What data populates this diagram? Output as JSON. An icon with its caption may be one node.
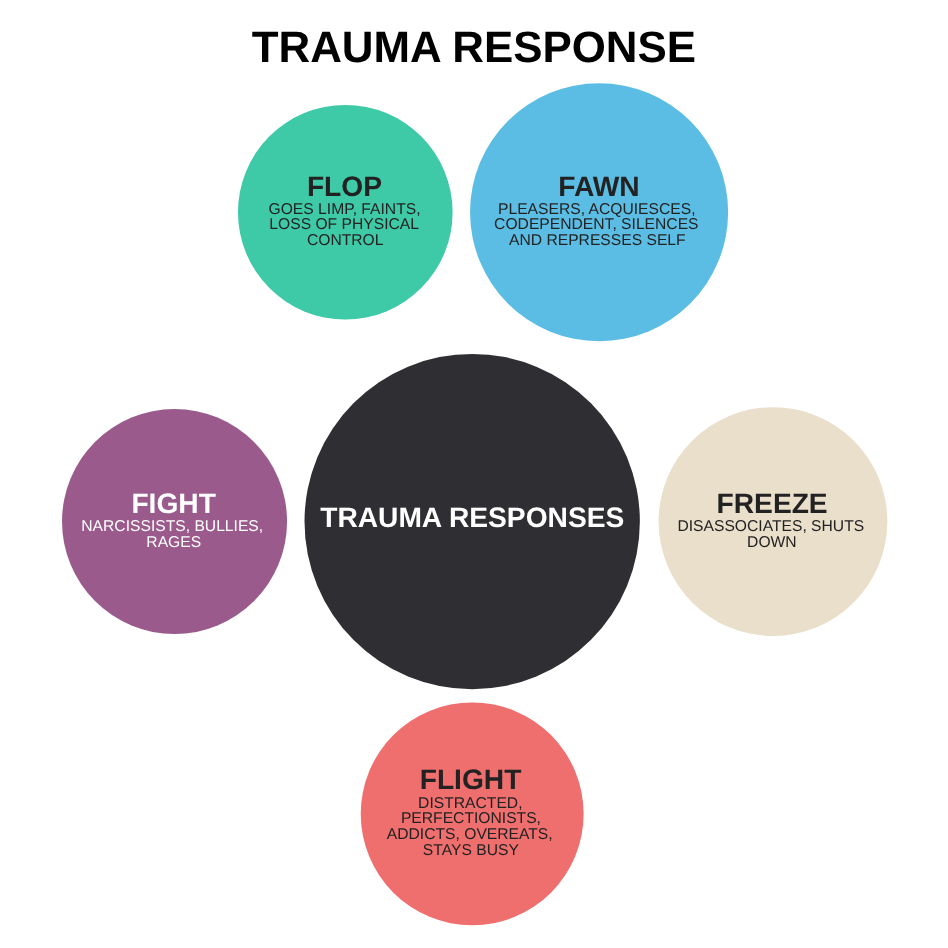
{
  "diagram": {
    "title": "TRAUMA RESPONSE",
    "nodes": [
      {
        "text": [
          "FLOP",
          "GOES LIMP, FAINTS, LOSS OF PHYSICAL CONTROL"
        ]
      },
      {
        "text": [
          "FAWN",
          "PLEASERS, ACQUIESCES, CODEPENDENT, SILENCES AND REPRESSES SELF"
        ]
      },
      {
        "text": [
          "TRAUMA RESPONSES"
        ]
      },
      {
        "text": [
          "FIGHT",
          "NARCISSISTS, BULLIES, RAGES"
        ]
      },
      {
        "text": [
          "FREEZE",
          "DISASSOCIATES, SHUTS DOWN"
        ]
      },
      {
        "text": [
          "FLIGHT",
          "DISTRACTED, PERFECTIONISTS, ADDICTS, OVEREATS, STAYS BUSY"
        ]
      }
    ],
    "edges": []
  }
}
